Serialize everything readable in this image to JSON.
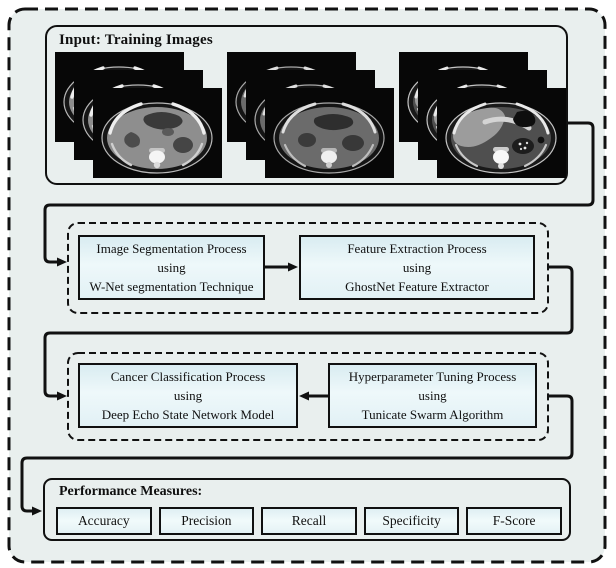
{
  "figure": {
    "background_color": "#e9efee",
    "box_fill_color": "#e6f3f7",
    "line_color": "#111111"
  },
  "input": {
    "title": "Input: Training Images"
  },
  "input_images": {
    "stacks": 3,
    "slices_per_stack": 3,
    "content": "abdominal-ct-axial-slice"
  },
  "stages": [
    {
      "name": "image-segmentation",
      "lines": [
        "Image Segmentation Process",
        "using",
        "W-Net segmentation Technique"
      ]
    },
    {
      "name": "feature-extraction",
      "lines": [
        "Feature Extraction Process",
        "using",
        "GhostNet Feature Extractor"
      ]
    },
    {
      "name": "cancer-classification",
      "lines": [
        "Cancer Classification Process",
        "using",
        "Deep Echo State Network Model"
      ]
    },
    {
      "name": "hyperparameter-tuning",
      "lines": [
        "Hyperparameter Tuning Process",
        "using",
        "Tunicate Swarm Algorithm"
      ]
    }
  ],
  "performance": {
    "label": "Performance Measures:",
    "metrics": [
      "Accuracy",
      "Precision",
      "Recall",
      "Specificity",
      "F-Score"
    ]
  }
}
